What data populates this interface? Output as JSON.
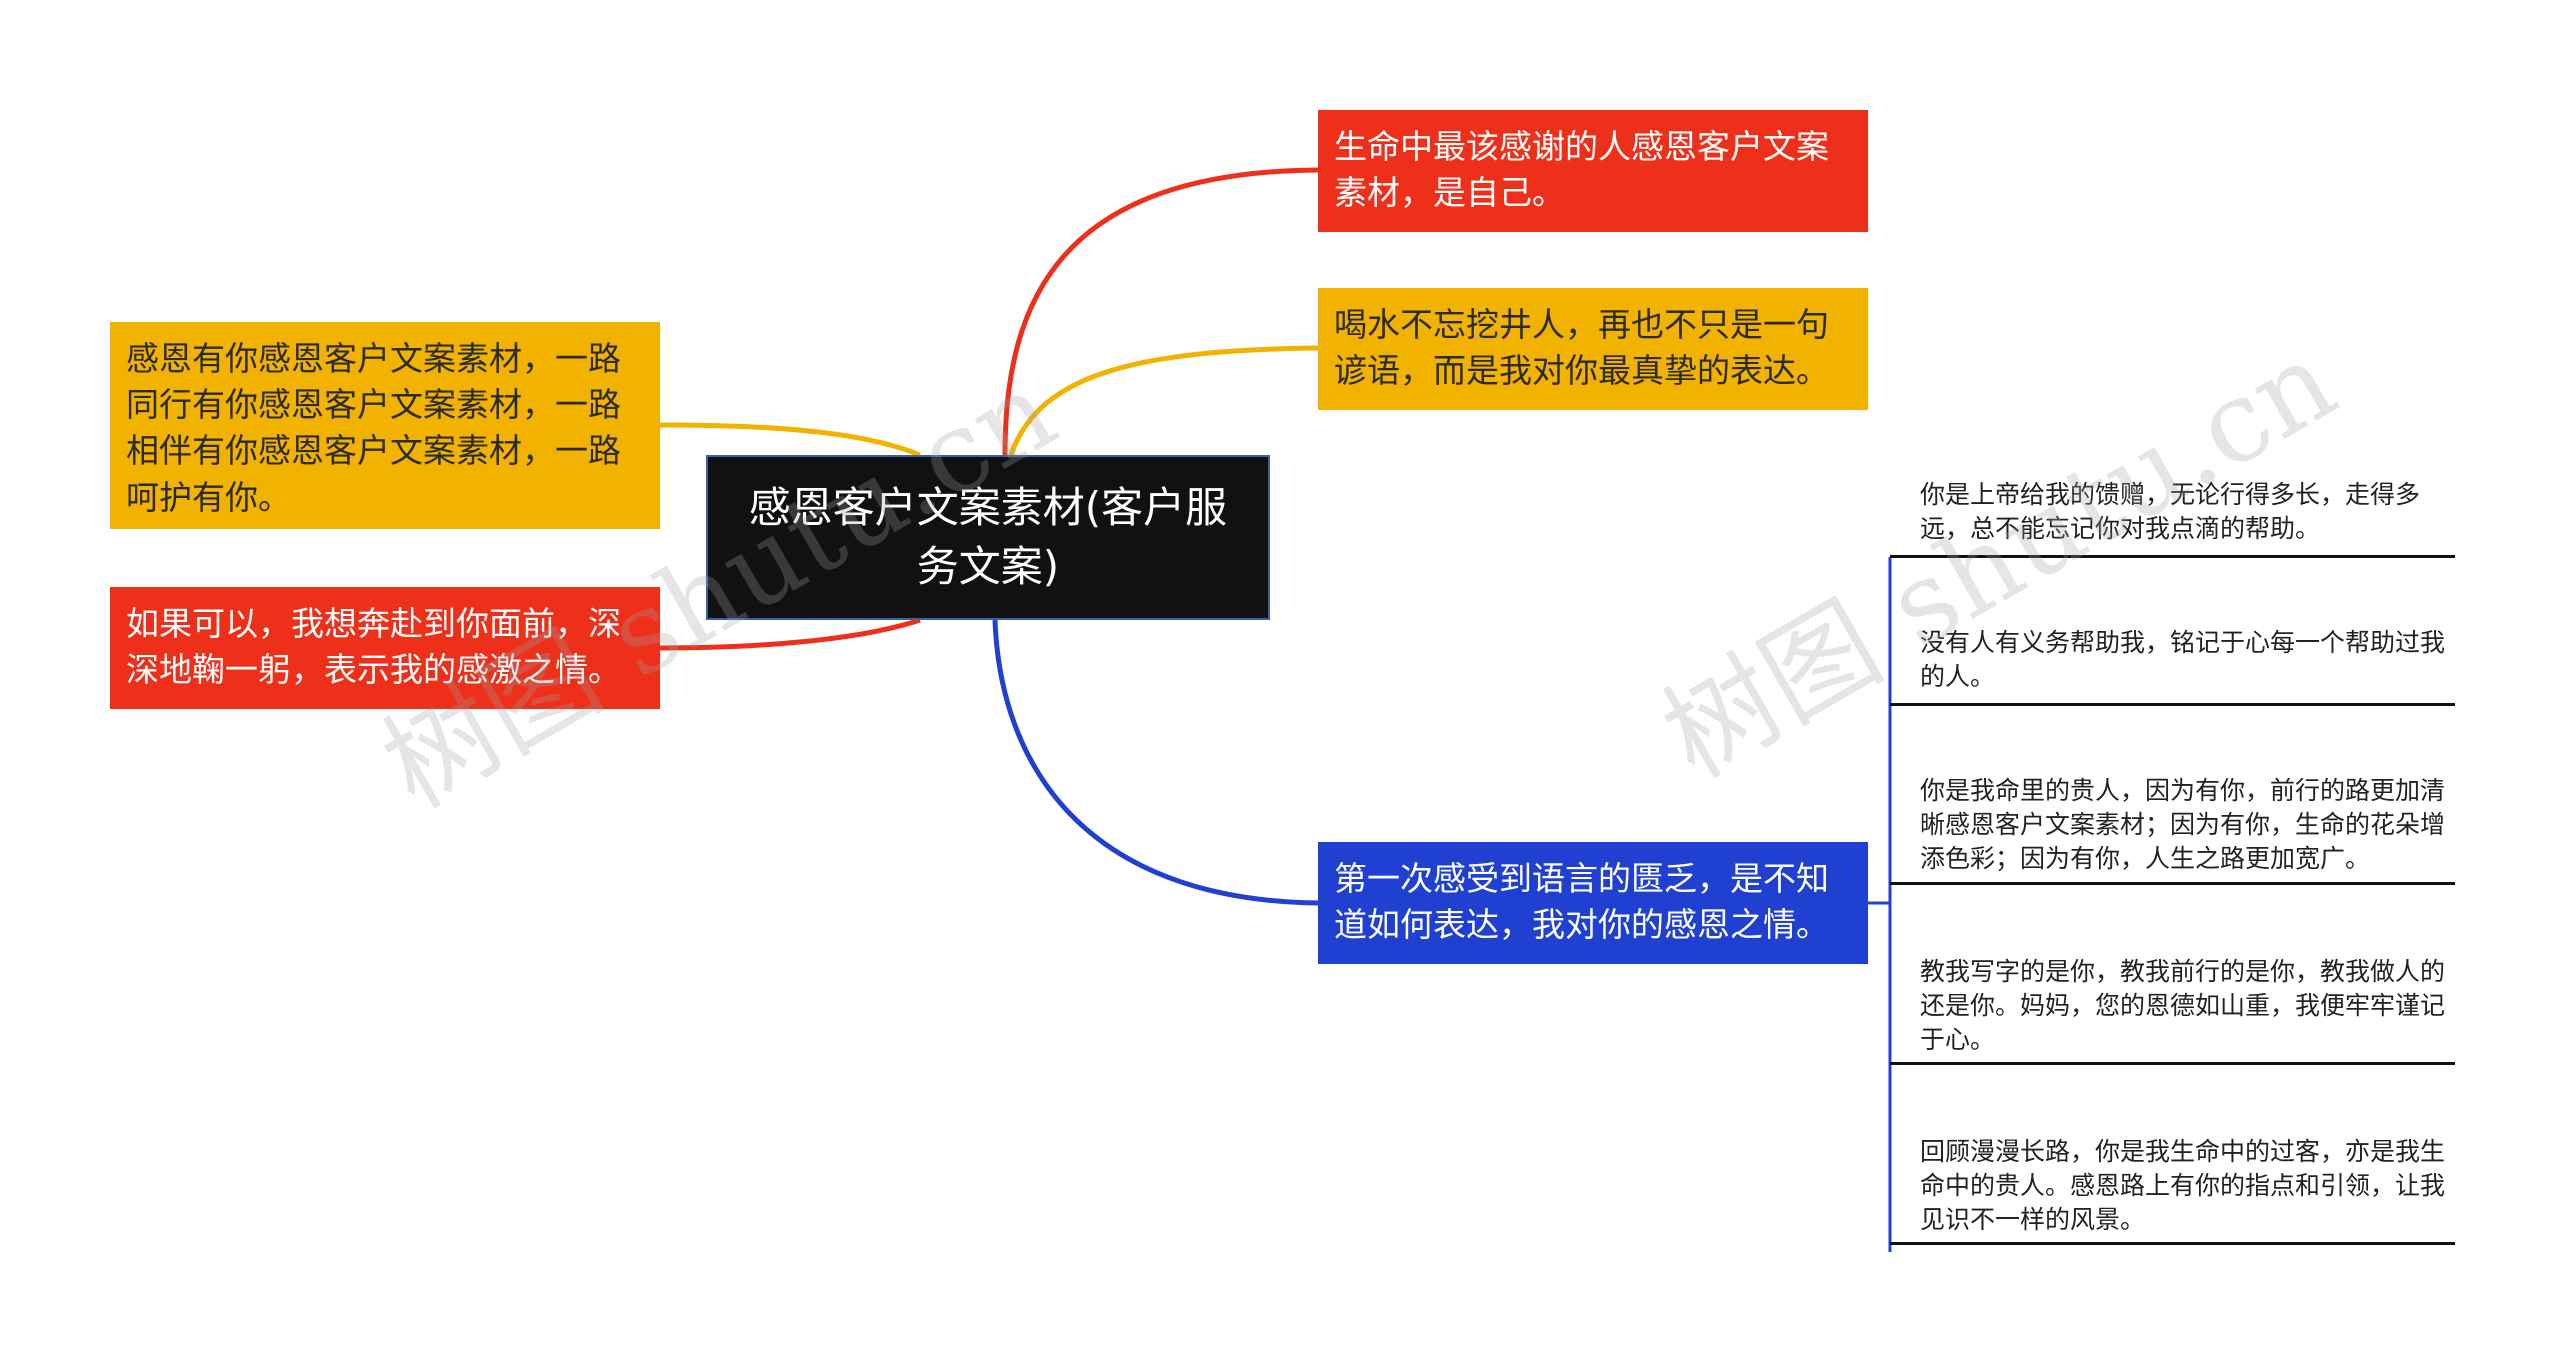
{
  "root": {
    "text": "感恩客户文案素材(客户服务文案)"
  },
  "branches": {
    "right_1": "生命中最该感谢的人感恩客户文案素材，是自己。",
    "right_2": "喝水不忘挖井人，再也不只是一句谚语，而是我对你最真挚的表达。",
    "right_3": "第一次感受到语言的匮乏，是不知道如何表达，我对你的感恩之情。",
    "left_1": "感恩有你感恩客户文案素材，一路同行有你感恩客户文案素材，一路相伴有你感恩客户文案素材，一路呵护有你。",
    "left_2": "如果可以，我想奔赴到你面前，深深地鞠一躬，表示我的感激之情。"
  },
  "leaves": [
    "你是上帝给我的馈赠，无论行得多长，走得多远，总不能忘记你对我点滴的帮助。",
    "没有人有义务帮助我，铭记于心每一个帮助过我的人。",
    "你是我命里的贵人，因为有你，前行的路更加清晰感恩客户文案素材；因为有你，生命的花朵增添色彩；因为有你，人生之路更加宽广。",
    "教我写字的是你，教我前行的是你，教我做人的还是你。妈妈，您的恩德如山重，我便牢牢谨记于心。",
    "回顾漫漫长路，你是我生命中的过客，亦是我生命中的贵人。感恩路上有你的指点和引领，让我见识不一样的风景。"
  ],
  "watermark": "树图 shutu.cn",
  "colors": {
    "red": "#ee2f1a",
    "yellow": "#f1b200",
    "blue": "#2040d2",
    "root_bg": "#111111"
  }
}
